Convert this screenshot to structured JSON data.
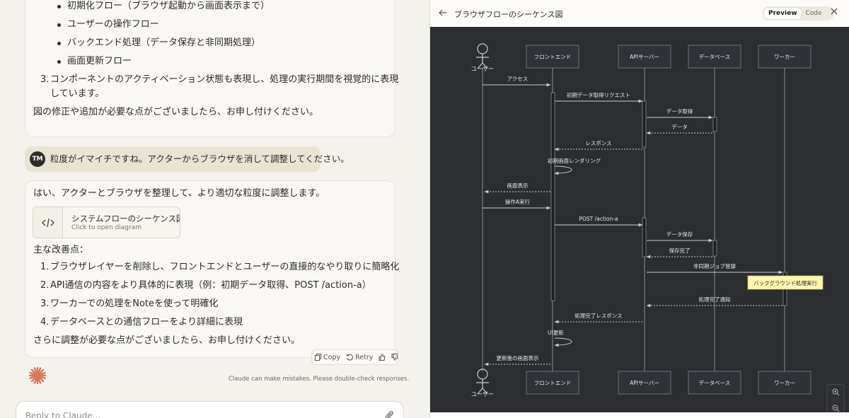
{
  "conversation": {
    "prev_response": {
      "bullets": [
        "初期化フロー（ブラウザ起動から画面表示まで）",
        "ユーザーの操作フロー",
        "バックエンド処理（データ保存と非同期処理）",
        "画面更新フロー"
      ],
      "item3_number": "3.",
      "item3_line1": "コンポーネントのアクティベーション状態も表現し、処理の実行期間を視覚的に表現",
      "item3_line2": "しています。",
      "closing": "図の修正や追加が必要な点がございましたら、お申し付けください。"
    },
    "user_message": {
      "avatar_initials": "TM",
      "text": "粒度がイマイチですね。アクターからブラウザを消して調整してください。"
    },
    "response": {
      "intro": "はい、アクターとブラウザを整理して、より適切な粒度に調整します。",
      "artifact": {
        "title": "システムフローのシーケンス図",
        "subtitle": "Click to open diagram"
      },
      "improvements_heading": "主な改善点：",
      "improvements": [
        {
          "num": "1.",
          "text": "ブラウザレイヤーを削除し、フロントエンドとユーザーの直接的なやり取りに簡略化"
        },
        {
          "num": "2.",
          "text": "API通信の内容をより具体的に表現（例：初期データ取得、POST /action-a）"
        },
        {
          "num": "3.",
          "text": "ワーカーでの処理をNoteを使って明確化"
        },
        {
          "num": "4.",
          "text": "データベースとの通信フローをより詳細に表現"
        }
      ],
      "closing": "さらに調整が必要な点がございましたら、お申し付けください。"
    },
    "actions": {
      "copy": "Copy",
      "retry": "Retry"
    },
    "disclaimer": "Claude can make mistakes. Please double-check responses.",
    "reply_placeholder": "Reply to Claude..."
  },
  "artifact_panel": {
    "title": "ブラウザフローのシーケンス図",
    "tabs": {
      "preview": "Preview",
      "code": "Code"
    },
    "active_tab": "preview"
  },
  "diagram": {
    "actor": "ユーザー",
    "participants": [
      "フロントエンド",
      "APIサーバー",
      "データベース",
      "ワーカー"
    ],
    "messages": [
      {
        "label": "アクセス",
        "from": 0,
        "to": 1,
        "style": "solid"
      },
      {
        "label": "初期データ取得リクエスト",
        "from": 1,
        "to": 2,
        "style": "solid"
      },
      {
        "label": "データ取得",
        "from": 2,
        "to": 3,
        "style": "solid"
      },
      {
        "label": "データ",
        "from": 3,
        "to": 2,
        "style": "dashed"
      },
      {
        "label": "レスポンス",
        "from": 2,
        "to": 1,
        "style": "dashed"
      },
      {
        "label": "初期画面レンダリング",
        "from": 1,
        "to": 1,
        "style": "self"
      },
      {
        "label": "画面表示",
        "from": 1,
        "to": 0,
        "style": "dashed"
      },
      {
        "label": "操作A実行",
        "from": 0,
        "to": 1,
        "style": "solid"
      },
      {
        "label": "POST /action-a",
        "from": 1,
        "to": 2,
        "style": "solid"
      },
      {
        "label": "データ保存",
        "from": 2,
        "to": 3,
        "style": "solid"
      },
      {
        "label": "保存完了",
        "from": 3,
        "to": 2,
        "style": "dashed"
      },
      {
        "label": "非同期ジョブ登録",
        "from": 2,
        "to": 4,
        "style": "solid"
      },
      {
        "label": "処理完了通知",
        "from": 4,
        "to": 2,
        "style": "dashed"
      },
      {
        "label": "処理完了レスポンス",
        "from": 2,
        "to": 1,
        "style": "dashed"
      },
      {
        "label": "UI更新",
        "from": 1,
        "to": 1,
        "style": "self"
      },
      {
        "label": "更新後の画面表示",
        "from": 1,
        "to": 0,
        "style": "dashed"
      }
    ],
    "note": "バックグラウンド処理実行",
    "colors": {
      "background": "#2b2d31",
      "line": "#c9ccd3",
      "note": "#fff7b0",
      "box": "#2f3237"
    }
  }
}
